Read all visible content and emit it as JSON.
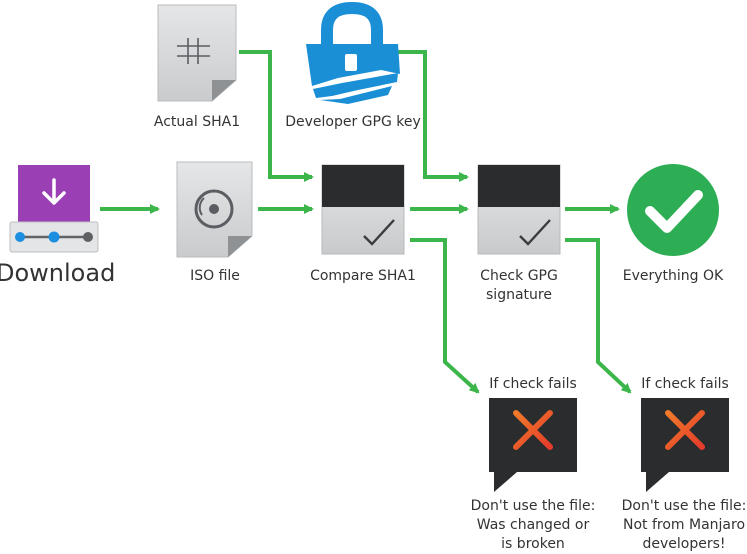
{
  "nodes": {
    "download": {
      "label": "Download",
      "icon": "download-icon"
    },
    "actual_sha1": {
      "label": "Actual SHA1",
      "icon": "hash-file-icon"
    },
    "gpg_key": {
      "label": "Developer GPG key",
      "icon": "gpg-lock-icon"
    },
    "iso_file": {
      "label": "ISO file",
      "icon": "disc-file-icon"
    },
    "compare_sha1": {
      "label": "Compare SHA1",
      "icon": "check-box-icon"
    },
    "check_gpg": {
      "label_line1": "Check GPG",
      "label_line2": "signature",
      "icon": "check-box-icon"
    },
    "everything_ok": {
      "label": "Everything OK",
      "icon": "green-check-circle-icon"
    },
    "fail_sha1": {
      "header": "If check fails",
      "line1": "Don't use the file:",
      "line2": "Was changed or",
      "line3": "is broken",
      "icon": "red-x-bubble-icon"
    },
    "fail_gpg": {
      "header": "If check fails",
      "line1": "Don't use the file:",
      "line2": "Not from Manjaro",
      "line3": "developers!",
      "icon": "red-x-bubble-icon"
    }
  },
  "colors": {
    "arrow": "#3cb64a",
    "ok": "#2dae54",
    "fail_x": "#e8552d",
    "gpg_blue": "#1a8fd6",
    "download_purple": "#9b3fb5",
    "dark_box": "#2a2c2e"
  }
}
